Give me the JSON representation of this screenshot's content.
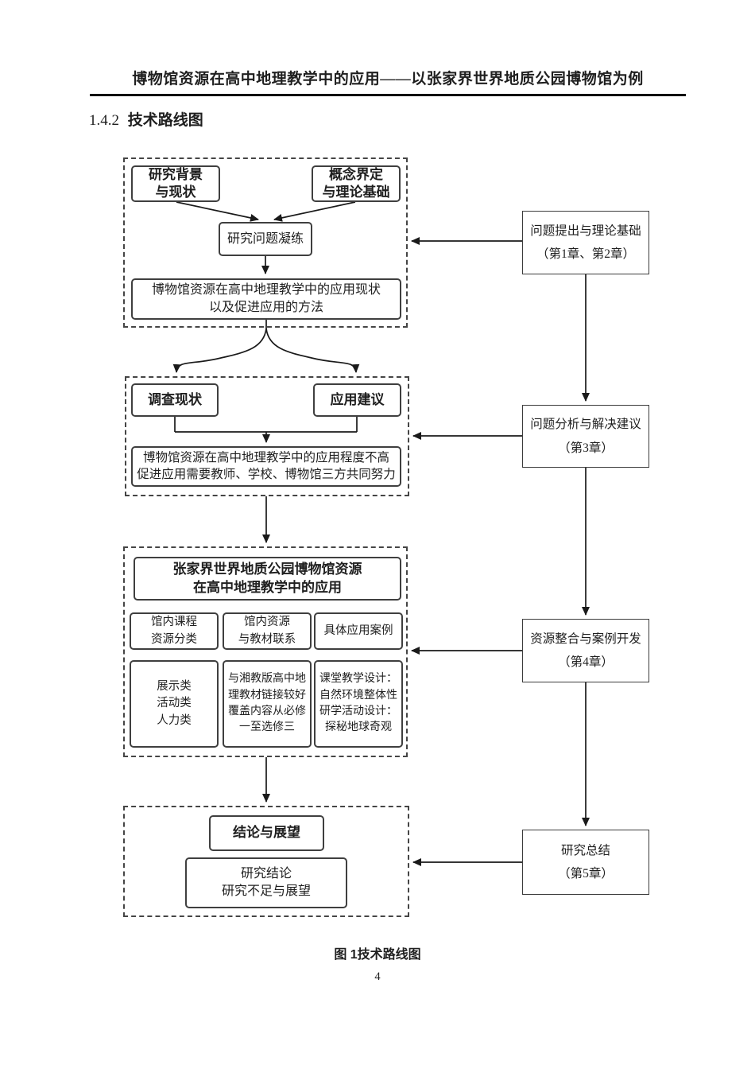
{
  "doc": {
    "header": "博物馆资源在高中地理教学中的应用——以张家界世界地质公园博物馆为例",
    "section_number": "1.4.2",
    "section_title": "技术路线图",
    "caption": "图  1技术路线图",
    "page_number": "4"
  },
  "flow": {
    "s1_left": "研究背景\n与现状",
    "s1_right": "概念界定\n与理论基础",
    "s1_mid": "研究问题凝练",
    "s1_out": "博物馆资源在高中地理教学中的应用现状\n以及促进应用的方法",
    "s2_left": "调查现状",
    "s2_right": "应用建议",
    "s2_out": "博物馆资源在高中地理教学中的应用程度不高\n促进应用需要教师、学校、博物馆三方共同努力",
    "s3_title": "张家界世界地质公园博物馆资源\n在高中地理教学中的应用",
    "s3_c1_head": "馆内课程\n资源分类",
    "s3_c2_head": "馆内资源\n与教材联系",
    "s3_c3_head": "具体应用案例",
    "s3_c1_body": "展示类\n活动类\n人力类",
    "s3_c2_body": "与湘教版高中地\n理教材链接较好\n覆盖内容从必修\n一至选修三",
    "s3_c3_body": "课堂教学设计：\n自然环境整体性\n研学活动设计：\n探秘地球奇观",
    "s4_title": "结论与展望",
    "s4_out": "研究结论\n研究不足与展望",
    "chapters": [
      "问题提出与理论基础\n（第1章、第2章）",
      "问题分析与解决建议\n（第3章）",
      "资源整合与案例开发\n（第4章）",
      "研究总结\n（第5章）"
    ]
  }
}
